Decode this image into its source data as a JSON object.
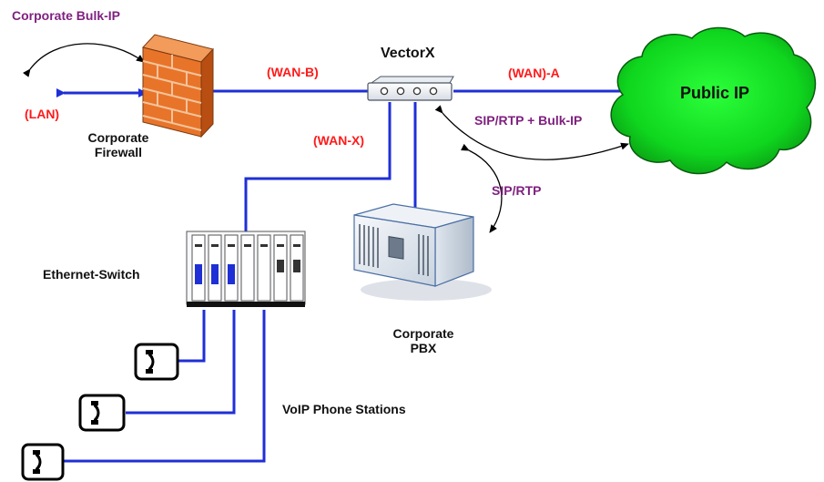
{
  "labels": {
    "corporate_bulk_ip": "Corporate Bulk-IP",
    "lan": "(LAN)",
    "firewall_line1": "Corporate",
    "firewall_line2": "Firewall",
    "wan_b": "(WAN-B)",
    "vectorx": "VectorX",
    "wan_a": "(WAN)-A",
    "public_ip": "Public IP",
    "sip_rtp_bulk_ip": "SIP/RTP + Bulk-IP",
    "wan_x": "(WAN-X)",
    "sip_rtp": "SIP/RTP",
    "ethernet_switch": "Ethernet-Switch",
    "pbx_line1": "Corporate",
    "pbx_line2": "PBX",
    "voip_phone_stations": "VoIP Phone Stations"
  },
  "colors": {
    "link_blue": "#1f2fd6",
    "cloud_green": "#11dd22",
    "label_red": "#ff1a1a",
    "label_purple": "#7f1f7f",
    "firewall_orange": "#e8742a",
    "firewall_mortar": "#f4c49a"
  },
  "icons": {
    "firewall": "brick-firewall-icon",
    "router": "vectorx-router-icon",
    "cloud": "public-ip-cloud-icon",
    "server": "pbx-server-icon",
    "switch": "ethernet-switch-rack-icon",
    "phone": "voip-phone-icon"
  }
}
